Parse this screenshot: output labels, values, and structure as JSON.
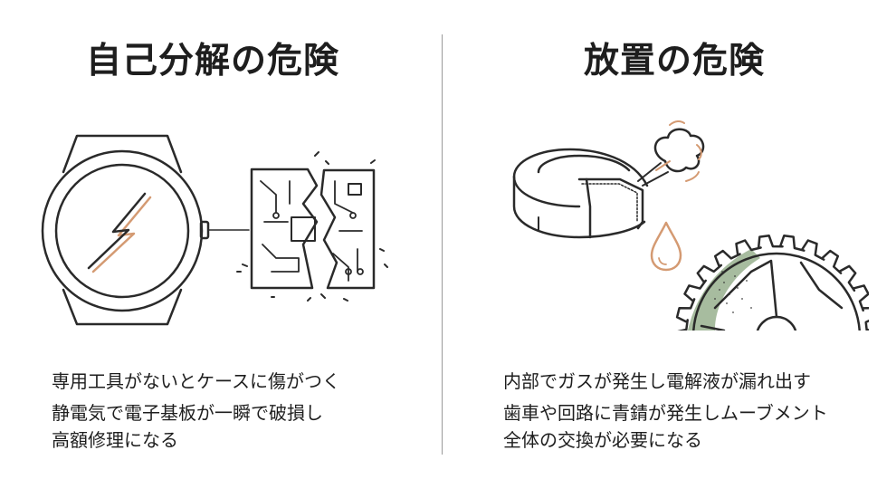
{
  "left": {
    "title": "自己分解の危険",
    "lines": [
      "専用工具がないとケースに傷がつく",
      "静電気で電子基板が一瞬で破損し",
      "高額修理になる"
    ],
    "icons": [
      "watch-lightning-icon",
      "broken-circuit-board-icon"
    ]
  },
  "right": {
    "title": "放置の危険",
    "lines": [
      "内部でガスが発生し電解液が漏れ出す",
      "歯車や回路に青錆が発生しムーブメント",
      "全体の交換が必要になる"
    ],
    "icons": [
      "leaking-battery-icon",
      "electrolyte-drop-icon",
      "corroded-gear-icon"
    ]
  },
  "colors": {
    "line": "#2a2a2a",
    "accent": "#d49a72",
    "corrosion": "#8aa67f"
  }
}
